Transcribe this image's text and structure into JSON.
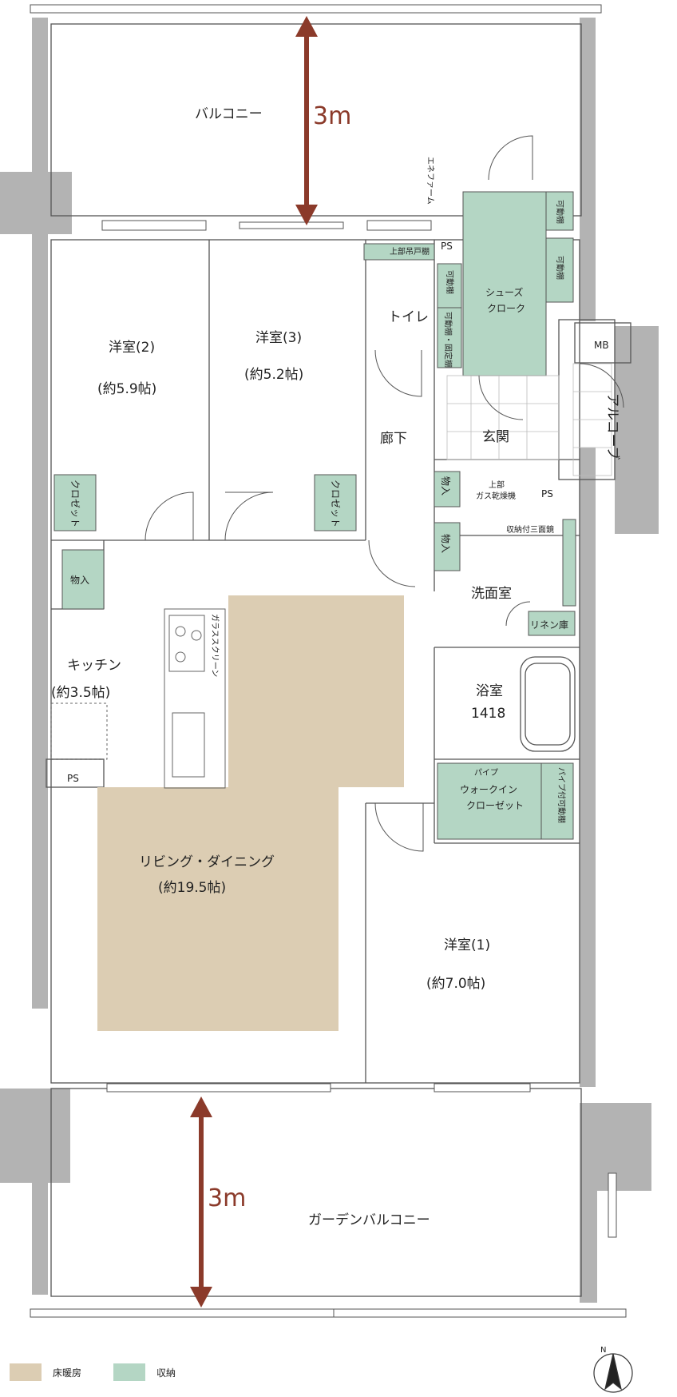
{
  "rooms": {
    "balcony": "バルコニー",
    "garden_balcony": "ガーデンバルコニー",
    "western2_name": "洋室(2)",
    "western2_size": "(約5.9帖)",
    "western3_name": "洋室(3)",
    "western3_size": "(約5.2帖)",
    "western1_name": "洋室(1)",
    "western1_size": "(約7.0帖)",
    "toilet": "トイレ",
    "corridor": "廊下",
    "entrance": "玄関",
    "alcove": "アルコーブ",
    "kitchen_name": "キッチン",
    "kitchen_size": "(約3.5帖)",
    "living_name": "リビング・ダイニング",
    "living_size": "(約19.5帖)",
    "washroom": "洗面室",
    "bath_name": "浴室",
    "bath_size": "1418",
    "shoes_cloak_1": "シューズ",
    "shoes_cloak_2": "クローク",
    "walkin_1": "ウォークイン",
    "walkin_2": "クローゼット"
  },
  "fixtures": {
    "enefarm": "エネファーム",
    "ps": "PS",
    "mb": "MB",
    "upper_cabinet": "上部吊戸棚",
    "movable_shelf": "可動棚",
    "movable_fixed_shelf": "可動棚・固定棚",
    "closet": "クロゼット",
    "storage": "物入",
    "glass_screen": "ガラススクリーン",
    "dryer_top": "上部",
    "dryer_bottom": "ガス乾燥機",
    "mirror": "収納付三面鏡",
    "linen": "リネン庫",
    "pipe": "パイプ",
    "pipe_shelf": "パイプ付可動棚"
  },
  "dimensions": {
    "top_depth": "3m",
    "bottom_depth": "3m"
  },
  "legend": {
    "floor_heating": "床暖房",
    "storage": "収納",
    "floor_heating_color": "#dccdb3",
    "storage_color": "#b4d6c4"
  },
  "compass": {
    "north": "N"
  },
  "colors": {
    "arrow": "#8b3a2a",
    "wall": "#b3b3b3"
  }
}
